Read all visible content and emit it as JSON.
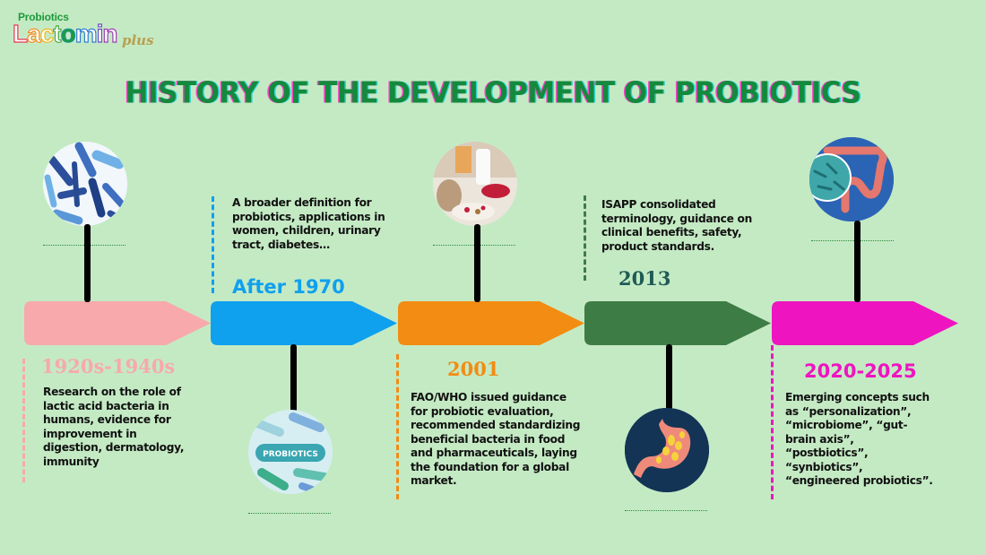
{
  "logo": {
    "subtitle": "Probiotics",
    "letters": [
      "L",
      "a",
      "c",
      "t",
      "o",
      "m",
      "i",
      "n"
    ],
    "suffix": "plus"
  },
  "title": "HISTORY OF THE DEVELOPMENT OF PROBIOTICS",
  "colors": {
    "background": "#c4eac4",
    "title": "#138a3c",
    "era1": "#f7a9ab",
    "era2": "#0fa0ee",
    "era3": "#f28c12",
    "era4": "#3e7c45",
    "era5": "#ee14c0"
  },
  "timeline": [
    {
      "period": "1920s-1940s",
      "color": "#f7a9ab",
      "image": "bacteria-micrograph",
      "description": "Research on the role of lactic acid bacteria in humans, evidence for improvement in digestion, dermatology, immunity"
    },
    {
      "period": "After 1970",
      "color": "#0fa0ee",
      "image": "probiotics-illustration",
      "image_label": "PROBIOTICS",
      "description": "A broader definition for probiotics, applications in women, children, urinary tract, diabetes…"
    },
    {
      "period": "2001",
      "color": "#f28c12",
      "image": "yogurt-breakfast-photo",
      "description": "FAO/WHO issued guidance for probiotic evaluation, recommended standardizing beneficial bacteria in food and pharmaceuticals, laying the foundation for a global market."
    },
    {
      "period": "2013",
      "color": "#1f5a55",
      "image": "stomach-icon",
      "description": "ISAPP consolidated terminology, guidance on clinical benefits, safety, product standards."
    },
    {
      "period": "2020-2025",
      "color": "#ee14c0",
      "image": "gut-microbiome-illustration",
      "description": "Emerging concepts such as “personalization”, “microbiome”, “gut-brain axis”, “postbiotics”, “synbiotics”, “engineered probiotics”."
    }
  ]
}
